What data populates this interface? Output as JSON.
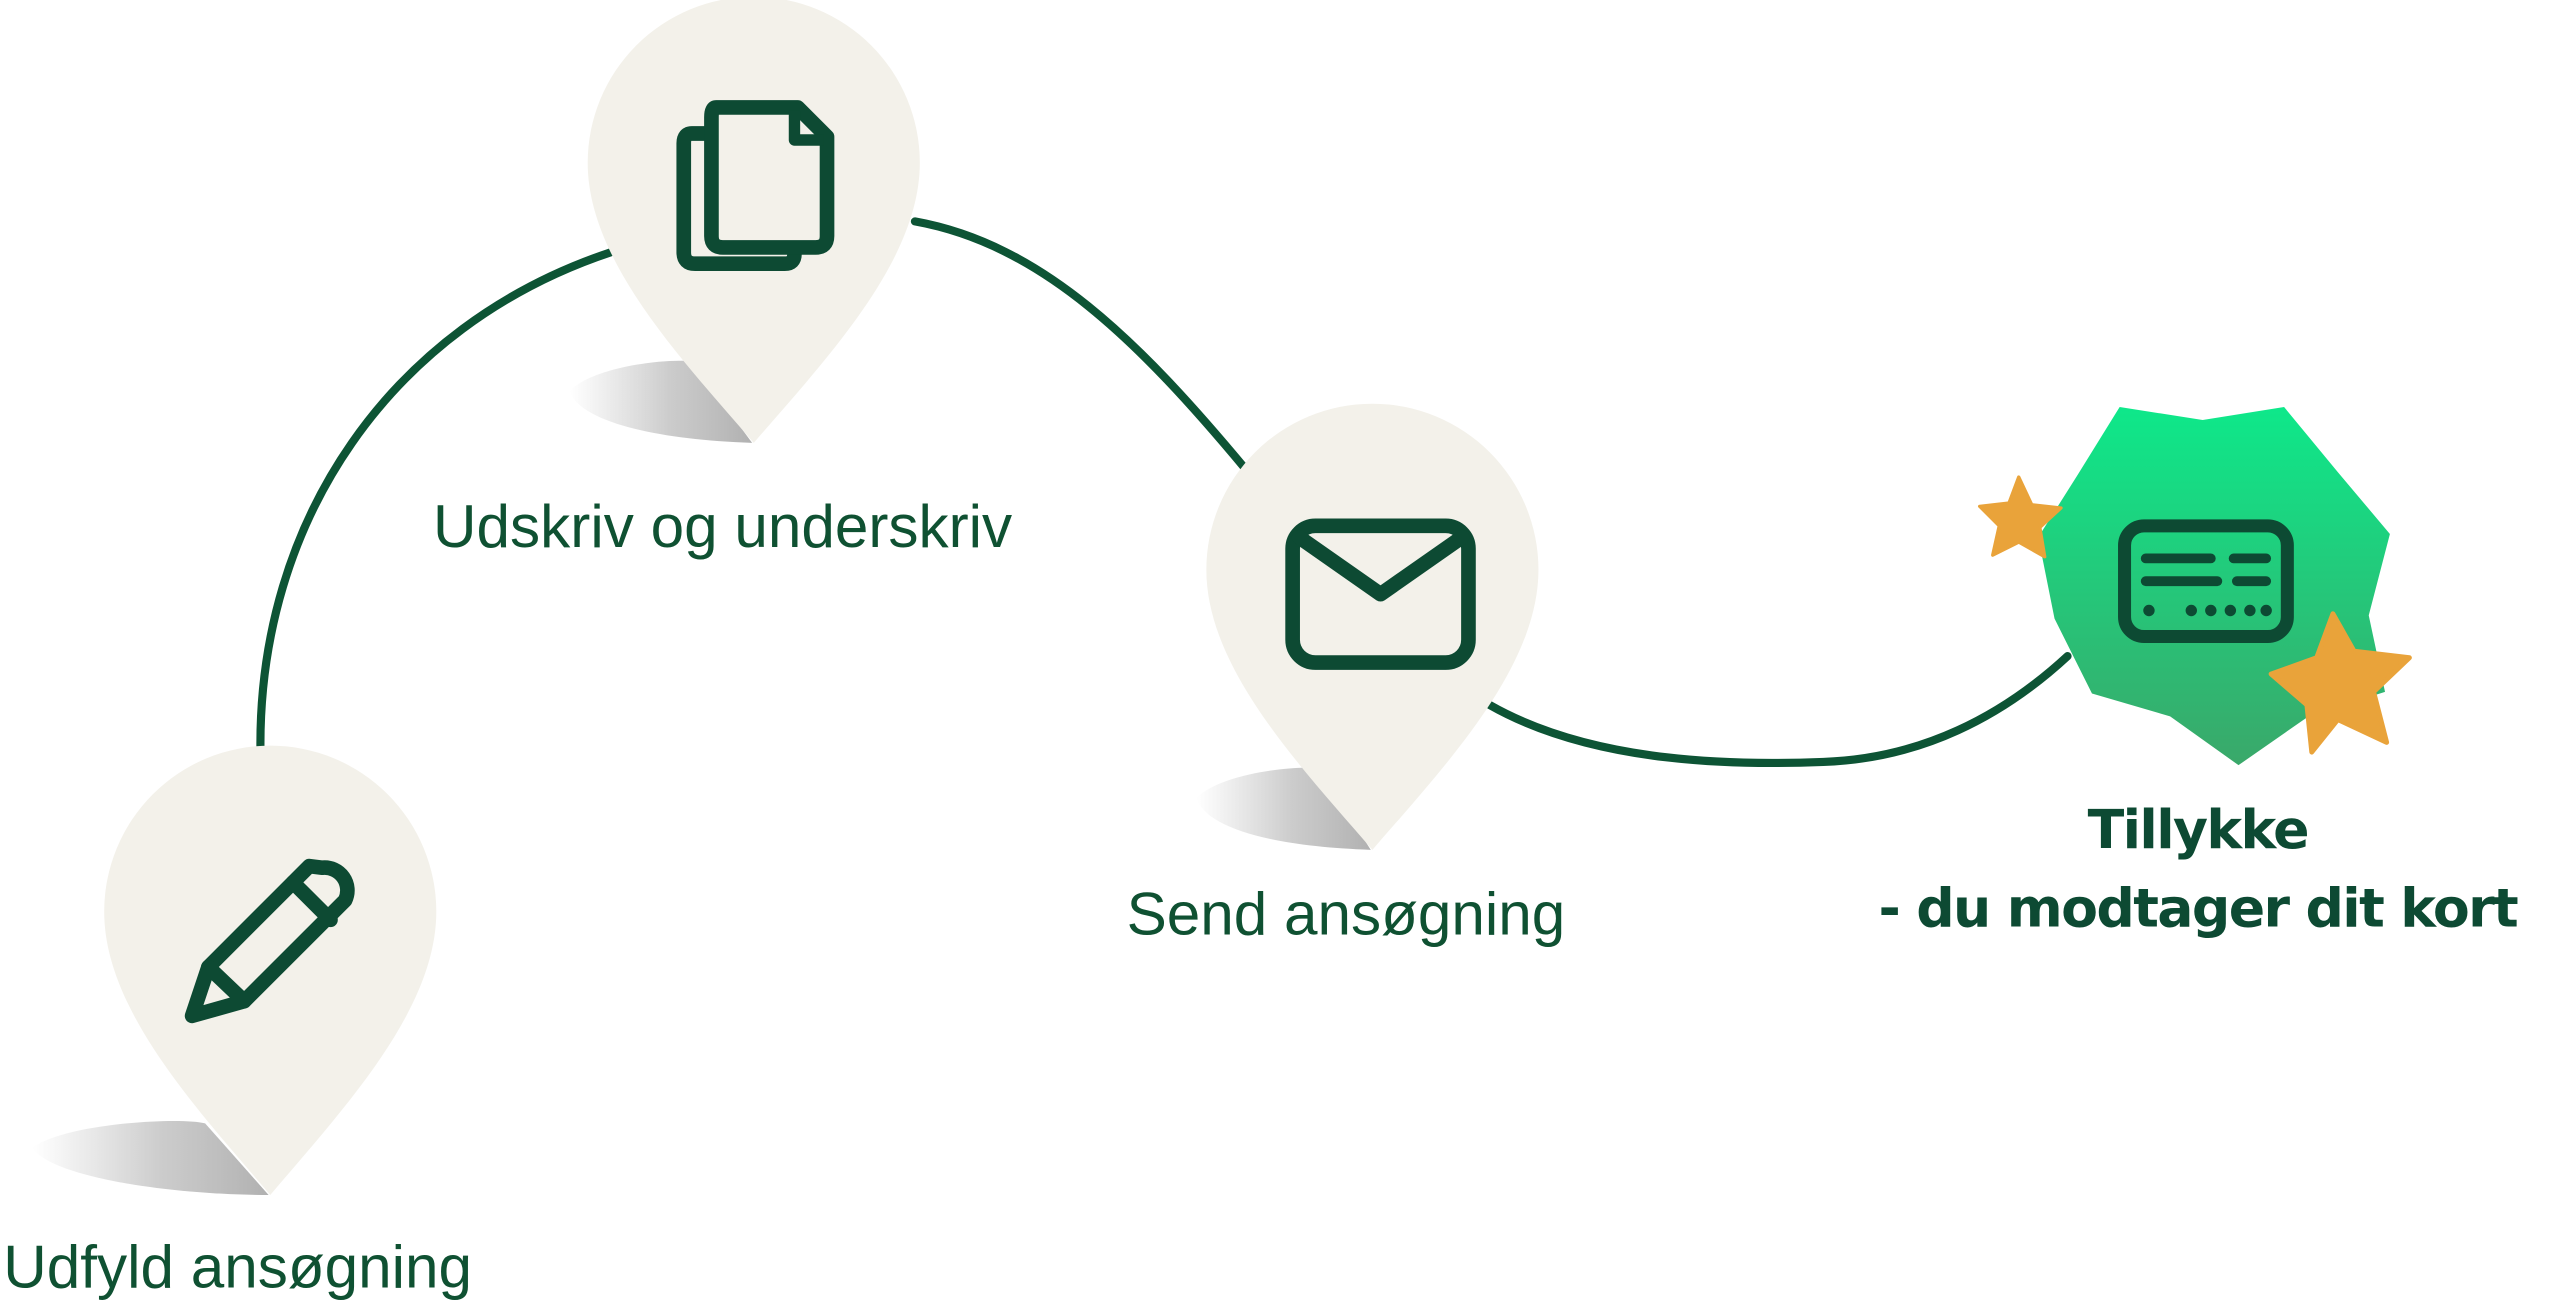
{
  "steps": [
    {
      "label": "Udfyld ansøgning",
      "icon": "pencil-icon"
    },
    {
      "label": "Udskriv og underskriv",
      "icon": "documents-icon"
    },
    {
      "label": "Send ansøgning",
      "icon": "envelope-icon"
    }
  ],
  "final": {
    "line1": "Tillykke",
    "line2": "- du modtager dit kort",
    "icon": "card-icon",
    "decoration": "star-icon"
  },
  "colors": {
    "path": "#0d5435",
    "pin": "#f3f1ea",
    "icon": "#0d4a33",
    "badge_top": "#0ee88a",
    "badge_bottom": "#3aa86a",
    "star": "#e9a33a",
    "text": "#0f5132"
  }
}
